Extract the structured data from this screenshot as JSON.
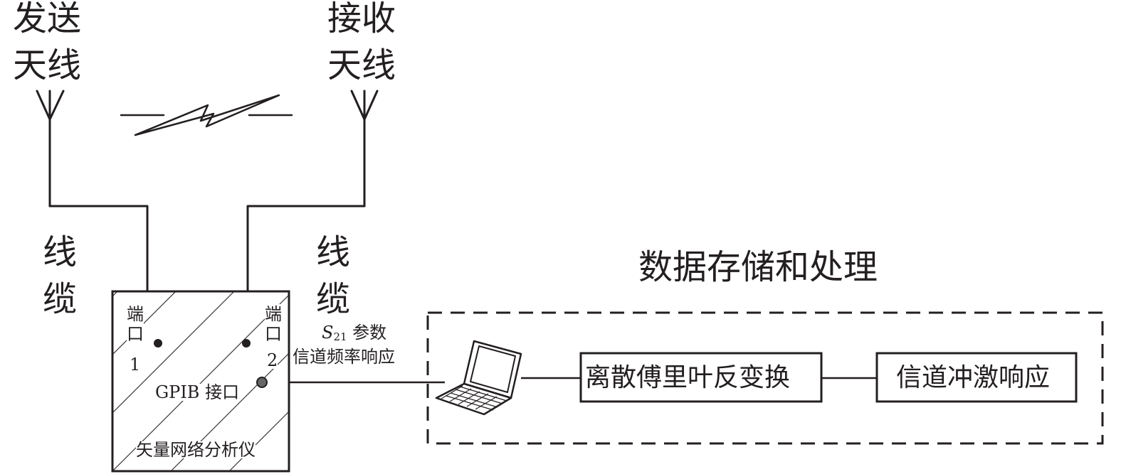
{
  "colors": {
    "stroke": "#231f20",
    "background": "#ffffff",
    "port_dot": "#231f20",
    "gpib_dot": "#555555"
  },
  "tx_antenna": {
    "line1": "发送",
    "line2": "天线"
  },
  "rx_antenna": {
    "line1": "接收",
    "line2": "天线"
  },
  "cable_left": "线缆",
  "cable_right": "线缆",
  "vna": {
    "port1": {
      "word": "端口",
      "num": "1"
    },
    "port2": {
      "word": "端口",
      "num": "2"
    },
    "gpib": "GPIB 接口",
    "name": "矢量网络分析仪"
  },
  "s21": {
    "symbol": "S",
    "subscript": "21",
    "rest": " 参数",
    "line2": "信道频率响应"
  },
  "processing": {
    "title": "数据存储和处理",
    "dft": "离散傅里叶反变换",
    "cir": "信道冲激响应"
  },
  "icons": {
    "laptop": "laptop-icon",
    "wireless_link": "lightning-link-icon",
    "antenna": "antenna-icon"
  }
}
